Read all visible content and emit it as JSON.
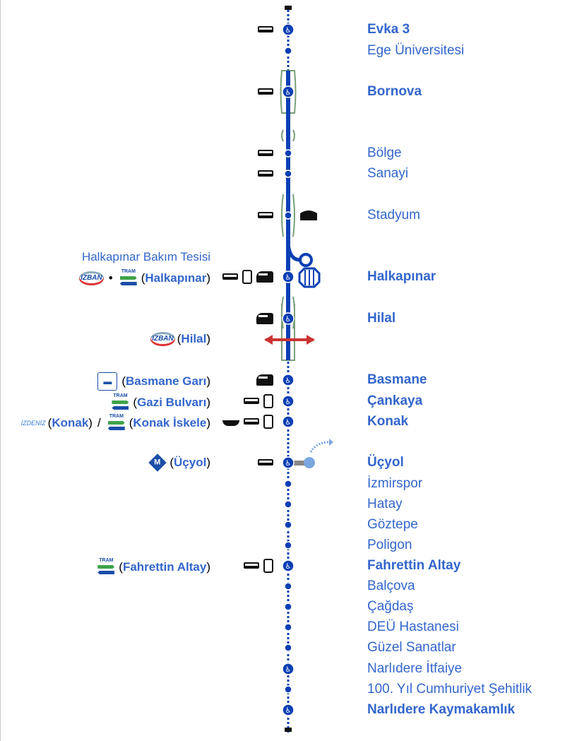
{
  "line_color": "#0b3fb4",
  "name_color": "#3366cc",
  "stations": [
    {
      "name": "Evka 3",
      "bold": true,
      "big": true,
      "icons": [
        "bus"
      ]
    },
    {
      "name": "Ege Üniversitesi",
      "bold": false,
      "big": false,
      "icons": []
    },
    {
      "name": "Bornova",
      "bold": true,
      "big": true,
      "icons": [
        "bus"
      ]
    },
    {
      "name": "Bölge",
      "bold": false,
      "big": false,
      "icons": [
        "bus"
      ]
    },
    {
      "name": "Sanayi",
      "bold": false,
      "big": false,
      "icons": [
        "bus"
      ]
    },
    {
      "name": "Stadyum",
      "bold": false,
      "big": false,
      "icons": [
        "bus"
      ]
    },
    {
      "name": "Halkapınar",
      "bold": true,
      "big": true,
      "icons": [
        "bus",
        "tram",
        "train"
      ]
    },
    {
      "name": "Hilal",
      "bold": true,
      "big": true,
      "icons": [
        "train"
      ]
    },
    {
      "name": "Basmane",
      "bold": true,
      "big": true,
      "icons": [
        "train"
      ]
    },
    {
      "name": "Çankaya",
      "bold": true,
      "big": true,
      "icons": [
        "bus",
        "tram"
      ]
    },
    {
      "name": "Konak",
      "bold": true,
      "big": true,
      "icons": [
        "ferry",
        "bus",
        "tram"
      ]
    },
    {
      "name": "Üçyol",
      "bold": true,
      "big": true,
      "icons": [
        "bus"
      ]
    },
    {
      "name": "İzmirspor",
      "bold": false,
      "big": false,
      "icons": []
    },
    {
      "name": "Hatay",
      "bold": false,
      "big": false,
      "icons": []
    },
    {
      "name": "Göztepe",
      "bold": false,
      "big": false,
      "icons": []
    },
    {
      "name": "Poligon",
      "bold": false,
      "big": false,
      "icons": []
    },
    {
      "name": "Fahrettin Altay",
      "bold": true,
      "big": true,
      "icons": [
        "bus",
        "tram"
      ]
    },
    {
      "name": "Balçova",
      "bold": false,
      "big": false,
      "icons": []
    },
    {
      "name": "Çağdaş",
      "bold": false,
      "big": false,
      "icons": []
    },
    {
      "name": "DEÜ Hastanesi",
      "bold": false,
      "big": false,
      "icons": []
    },
    {
      "name": "Güzel Sanatlar",
      "bold": false,
      "big": false,
      "icons": []
    },
    {
      "name": "Narlıdere İtfaiye",
      "bold": false,
      "big": true,
      "icons": []
    },
    {
      "name": "100. Yıl Cumhuriyet Şehitlik",
      "bold": false,
      "big": false,
      "icons": []
    },
    {
      "name": "Narlıdere Kaymakamlık",
      "bold": true,
      "big": true,
      "icons": []
    }
  ],
  "connections": {
    "depot": "Halkapınar Bakım Tesisi",
    "halkapinar": {
      "izban": "IZBAN",
      "sep": "•",
      "tram": "TRAM",
      "open": "(",
      "name": "Halkapınar",
      "close": ")"
    },
    "hilal": {
      "izban": "IZBAN",
      "open": "(",
      "name": "Hilal",
      "close": ")"
    },
    "basmane": {
      "open": "(",
      "name": "Basmane Garı",
      "close": ")"
    },
    "cankaya": {
      "tram": "TRAM",
      "open": "(",
      "name": "Gazi Bulvarı",
      "close": ")"
    },
    "konak": {
      "izdeniz": "İZDENİZ",
      "open": "(",
      "name": "Konak",
      "close": ")",
      "sep": "/",
      "tram": "TRAM",
      "open2": "(",
      "name2": "Konak İskele",
      "close2": ")"
    },
    "ucyol": {
      "metro": "M",
      "open": "(",
      "name": "Üçyol",
      "close": ")"
    },
    "fahrettin": {
      "tram": "TRAM",
      "open": "(",
      "name": "Fahrettin Altay",
      "close": ")"
    }
  }
}
